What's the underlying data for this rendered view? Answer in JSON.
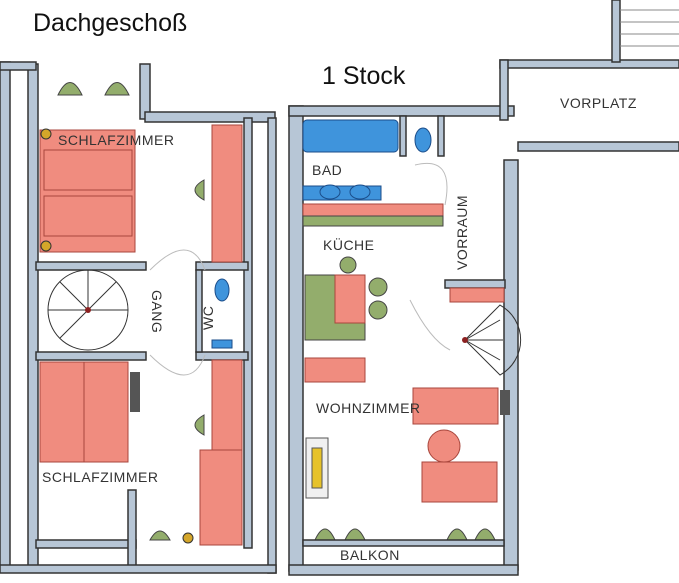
{
  "titles": {
    "attic": "Dachgeschoß",
    "first_floor": "1 Stock"
  },
  "rooms": {
    "attic_bedroom_top": "SCHLAFZIMMER",
    "attic_corridor": "GANG",
    "attic_wc": "WC",
    "attic_bedroom_bottom": "SCHLAFZIMMER",
    "bathroom": "BAD",
    "kitchen": "KÜCHE",
    "hall": "VORRAUM",
    "landing": "VORPLATZ",
    "living_room": "WOHNZIMMER",
    "balcony": "BALKON"
  },
  "colors": {
    "wall": "#b7c6d6",
    "furniture": "#f08c7f",
    "seating": "#93ad6c",
    "sanitary": "#3f94dc"
  }
}
